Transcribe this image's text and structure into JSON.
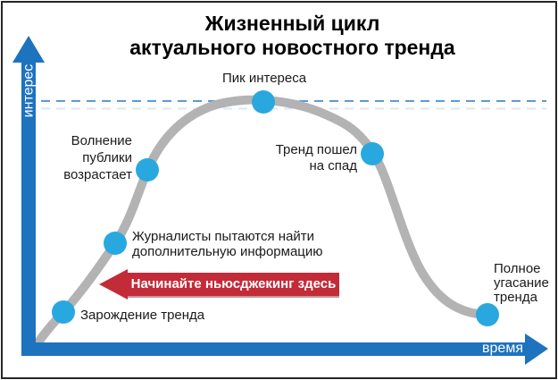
{
  "colors": {
    "axis_blue": "#1e73be",
    "dot_blue": "#29a8e0",
    "curve_gray": "#b3b3b3",
    "dashed_blue": "#5b9bd5",
    "dashed_blue_light": "#d9e9f7",
    "banner_red": "#c32b39",
    "text_black": "#1a1a1a"
  },
  "title": {
    "line1": "Жизненный цикл",
    "line2": "актуального новостного тренда"
  },
  "labels": {
    "y_axis": "интерес",
    "x_axis": "время",
    "peak": "Пик интереса",
    "excitement": "Волнение\nпублики\nвозрастает",
    "journalists": "Журналисты пытаются найти\nдополнительную информацию",
    "banner": "Начинайте ньюсджекинг здесь",
    "birth": "Зарождение тренда",
    "decline": "Тренд пошел\nна спад",
    "fade": "Полное\nугасание\nтренда"
  },
  "chart_data": {
    "type": "line",
    "title": "Жизненный цикл актуального новостного тренда",
    "xlabel": "время",
    "ylabel": "интерес",
    "x_range": [
      0,
      100
    ],
    "y_range": [
      0,
      100
    ],
    "grid": false,
    "reference_line": {
      "style": "dashed",
      "at_interest": 95,
      "meaning": "уровень пика"
    },
    "curve_points_x": [
      2,
      7,
      17,
      23,
      33,
      45,
      57,
      66,
      75,
      82,
      88
    ],
    "curve_points_interest": [
      3,
      15,
      42,
      70,
      90,
      95,
      90,
      76,
      45,
      22,
      13
    ],
    "milestones": [
      {
        "label": "Зарождение тренда",
        "x": 7,
        "interest": 15
      },
      {
        "label": "Журналисты пытаются найти дополнительную информацию",
        "x": 17,
        "interest": 42
      },
      {
        "label": "Волнение публики возрастает",
        "x": 23,
        "interest": 70
      },
      {
        "label": "Пик интереса",
        "x": 45,
        "interest": 95
      },
      {
        "label": "Тренд пошел на спад",
        "x": 66,
        "interest": 76
      },
      {
        "label": "Полное угасание тренда",
        "x": 88,
        "interest": 13
      }
    ],
    "annotation": {
      "text": "Начинайте ньюсджекинг здесь",
      "points_to_x": 17,
      "direction": "left"
    }
  }
}
